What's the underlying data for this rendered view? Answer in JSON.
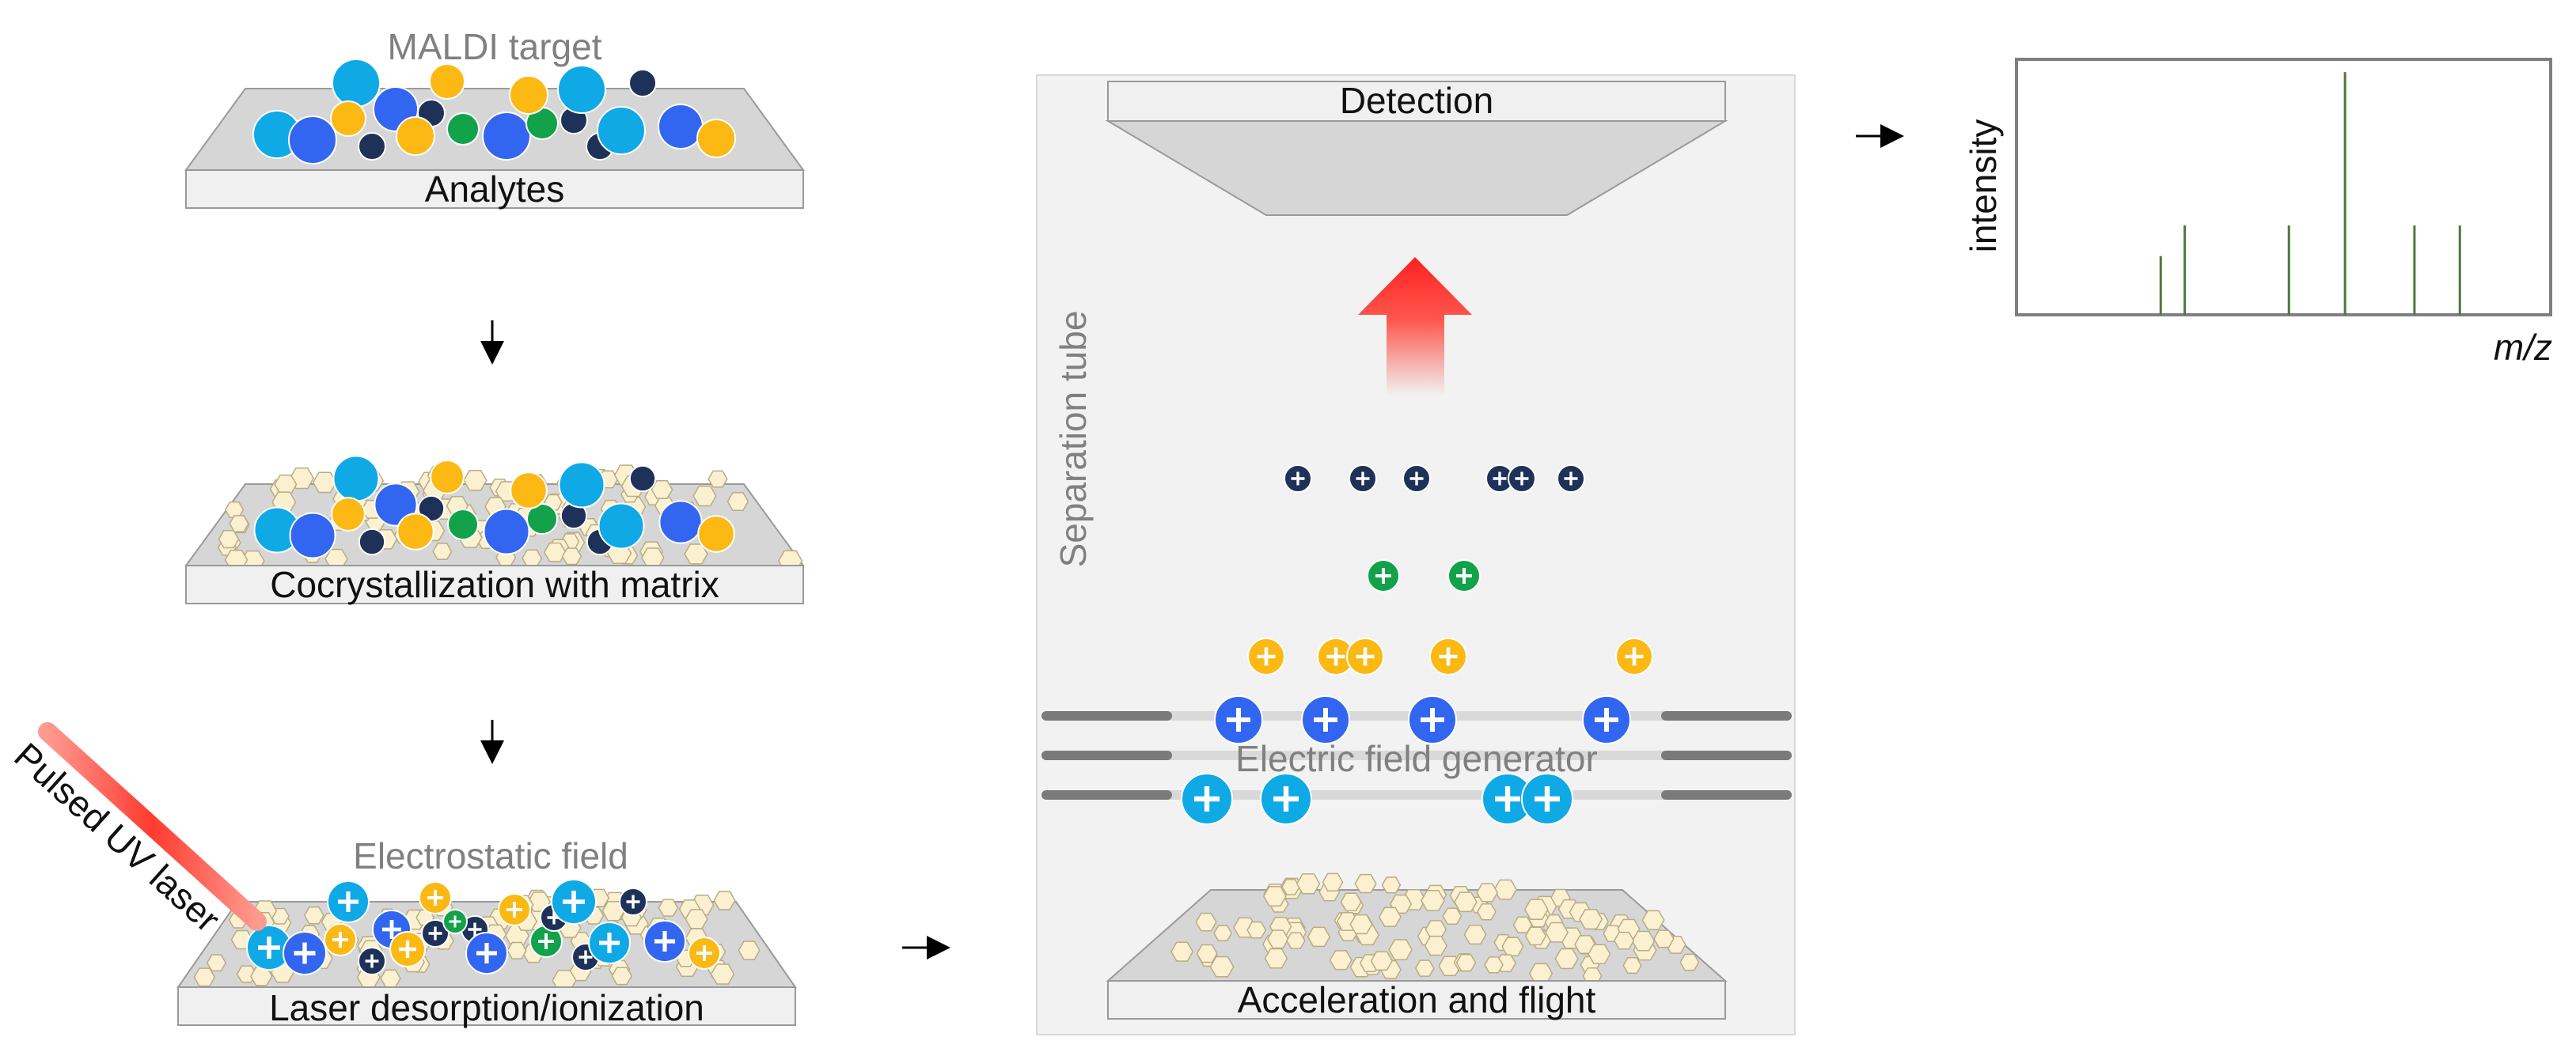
{
  "labels": {
    "maldi_target": "MALDI target",
    "analytes": "Analytes",
    "cocrystallization": "Cocrystallization with matrix",
    "electrostatic_field": "Electrostatic field",
    "pulsed_uv_laser": "Pulsed UV laser",
    "laser_desorption": "Laser desorption/ionization",
    "detection": "Detection",
    "separation_tube": "Separation tube",
    "electric_field_generator": "Electric field generator",
    "acceleration_flight": "Acceleration and flight",
    "intensity": "intensity",
    "mz": "m/z"
  },
  "colors": {
    "cyan": "#0fa9e6",
    "blue": "#3366f0",
    "yellow": "#fcb813",
    "green": "#11a24a",
    "navy": "#1e3159",
    "matrix": "#fbf0cf",
    "laser": "#ff3b30",
    "spectrum": "#4a7a3a",
    "tube": "#f2f2f2"
  },
  "icons": {
    "down_arrow": "arrow-down-icon",
    "right_arrow": "arrow-right-icon",
    "plus": "plus-icon"
  },
  "chart_data": {
    "type": "bar",
    "xlabel": "m/z",
    "ylabel": "intensity",
    "peaks": [
      {
        "x": 0.27,
        "y": 0.23
      },
      {
        "x": 0.315,
        "y": 0.35
      },
      {
        "x": 0.51,
        "y": 0.35
      },
      {
        "x": 0.615,
        "y": 0.95
      },
      {
        "x": 0.745,
        "y": 0.35
      },
      {
        "x": 0.83,
        "y": 0.35
      }
    ]
  }
}
